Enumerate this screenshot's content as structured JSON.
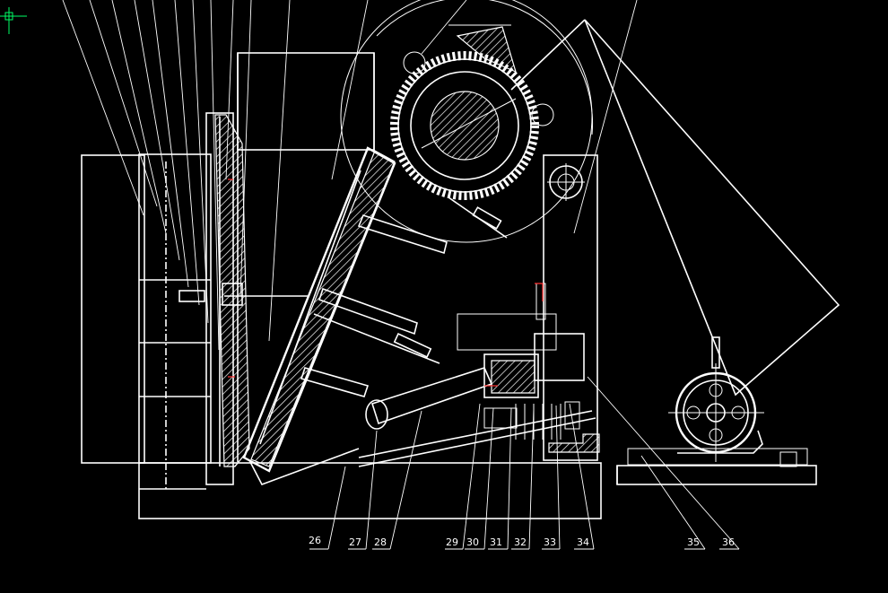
{
  "drawing": {
    "background": "#000000",
    "line_color": "#ffffff",
    "accent_color": "#ff3030",
    "cursor_color": "#00ff66"
  },
  "callouts": [
    {
      "id": "26",
      "label": "26"
    },
    {
      "id": "27",
      "label": "27"
    },
    {
      "id": "28",
      "label": "28"
    },
    {
      "id": "29",
      "label": "29"
    },
    {
      "id": "30",
      "label": "30"
    },
    {
      "id": "31",
      "label": "31"
    },
    {
      "id": "32",
      "label": "32"
    },
    {
      "id": "33",
      "label": "33"
    },
    {
      "id": "34",
      "label": "34"
    },
    {
      "id": "35",
      "label": "35"
    },
    {
      "id": "36",
      "label": "36"
    }
  ]
}
